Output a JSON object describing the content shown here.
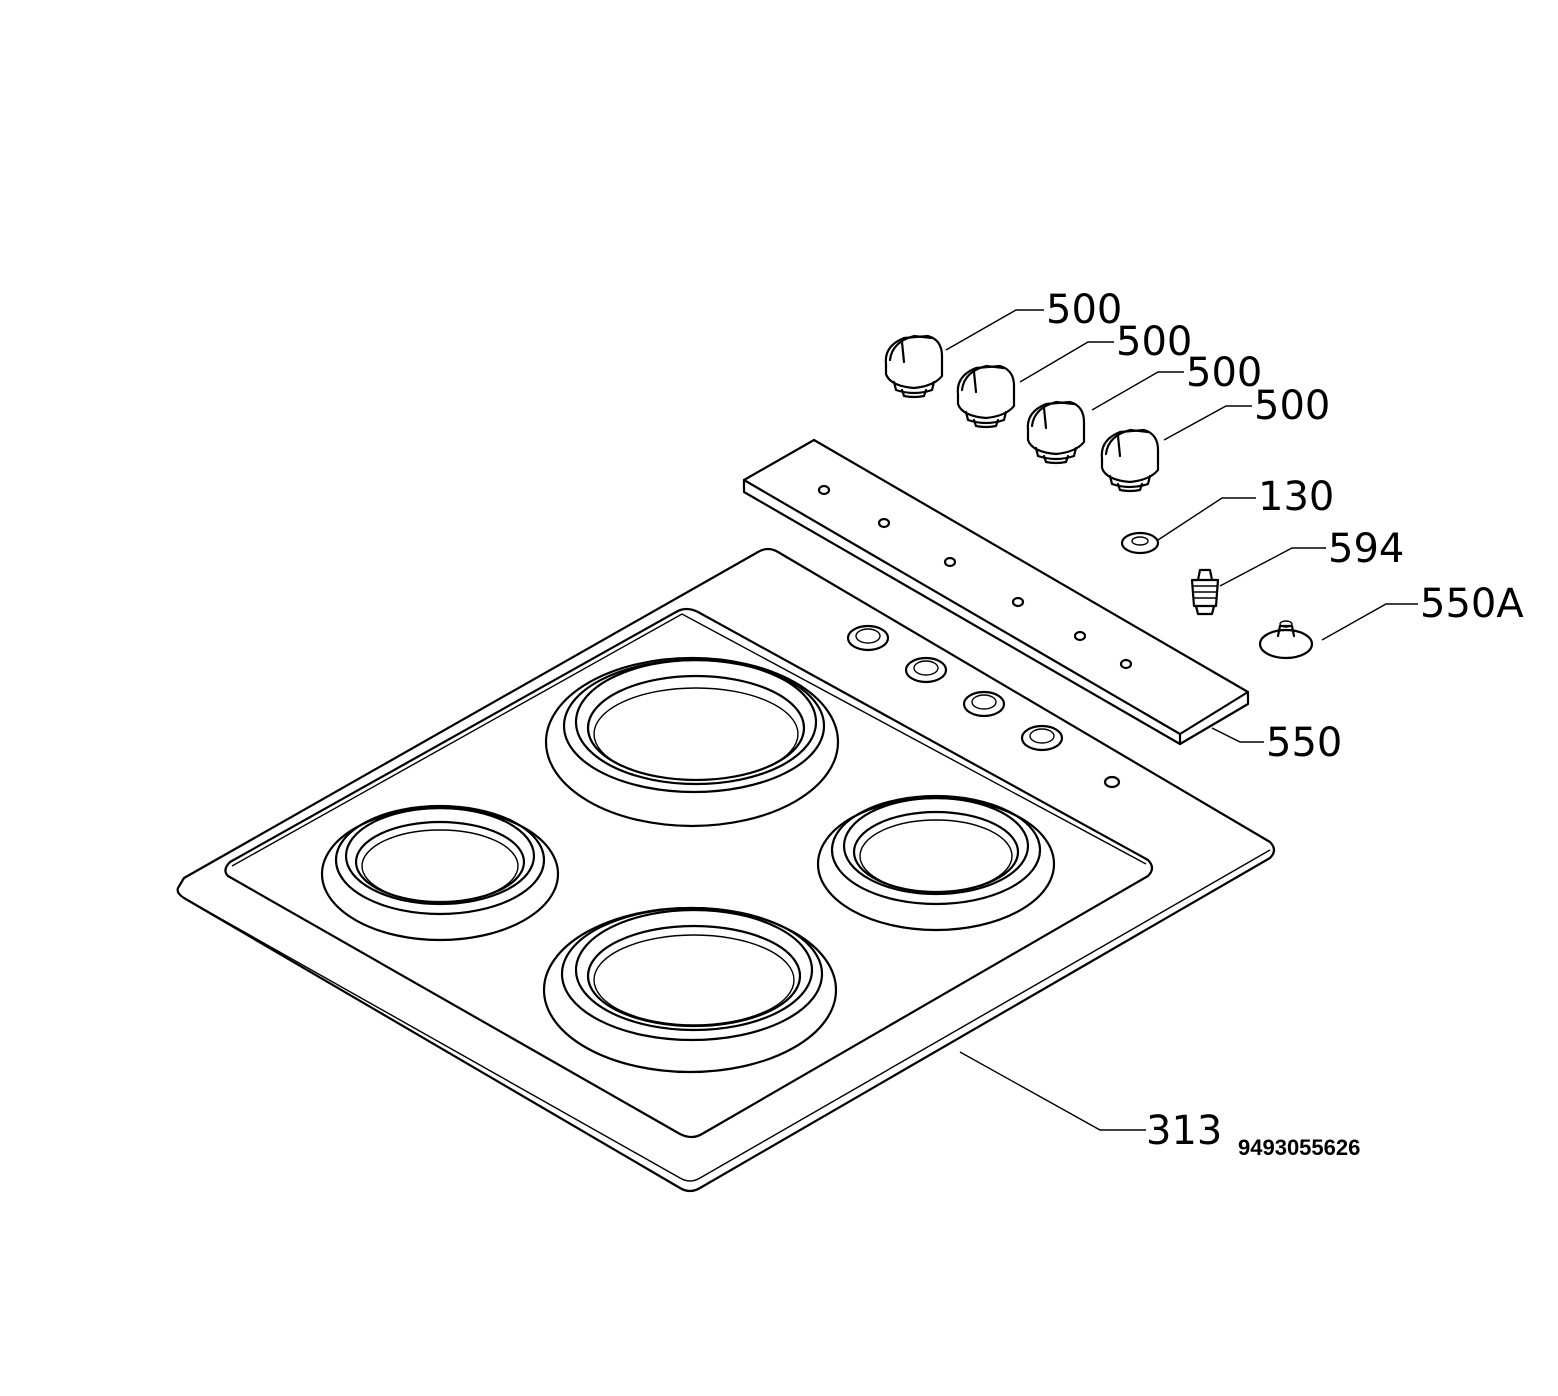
{
  "callouts": {
    "knob_1": "500",
    "knob_2": "500",
    "knob_3": "500",
    "knob_4": "500",
    "ring": "130",
    "spring": "594",
    "indicator": "550A",
    "control_panel": "550",
    "hob_top": "313"
  },
  "document_number": "9493055626"
}
